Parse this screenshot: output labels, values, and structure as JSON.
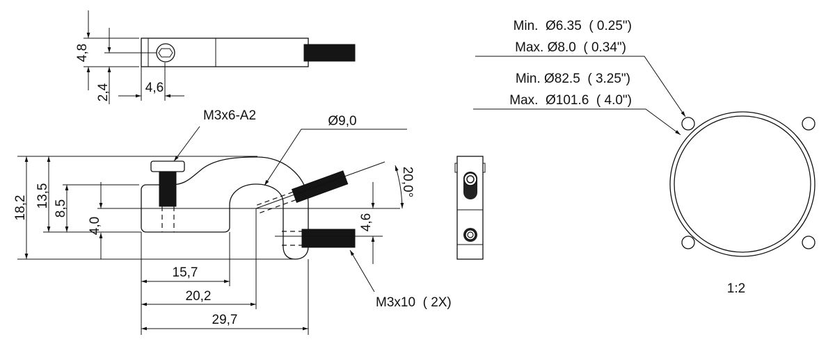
{
  "top_view": {
    "dim_height": "4,8",
    "dim_offset": "2,4",
    "dim_width": "4,6"
  },
  "front_view": {
    "dim_total_height": "18,2",
    "dim_13_5": "13,5",
    "dim_8_5": "8,5",
    "dim_4_0": "4,0",
    "dim_15_7": "15,7",
    "dim_20_2": "20,2",
    "dim_29_7": "29,7",
    "dim_4_6": "4,6",
    "dim_angle": "20,0°",
    "dim_bore": "Ø9,0",
    "screw_top_label": "M3x6-A2",
    "screw_side_label": "M3x10  ( 2X)"
  },
  "mount_view": {
    "hole_min": "Min.  Ø6.35  ( 0.25\")",
    "hole_max": "Max. Ø8.0  ( 0.34\")",
    "dia_min": "Min. Ø82.5  ( 3.25\")",
    "dia_max": "Max.  Ø101.6  ( 4.0\")",
    "scale": "1:2"
  }
}
